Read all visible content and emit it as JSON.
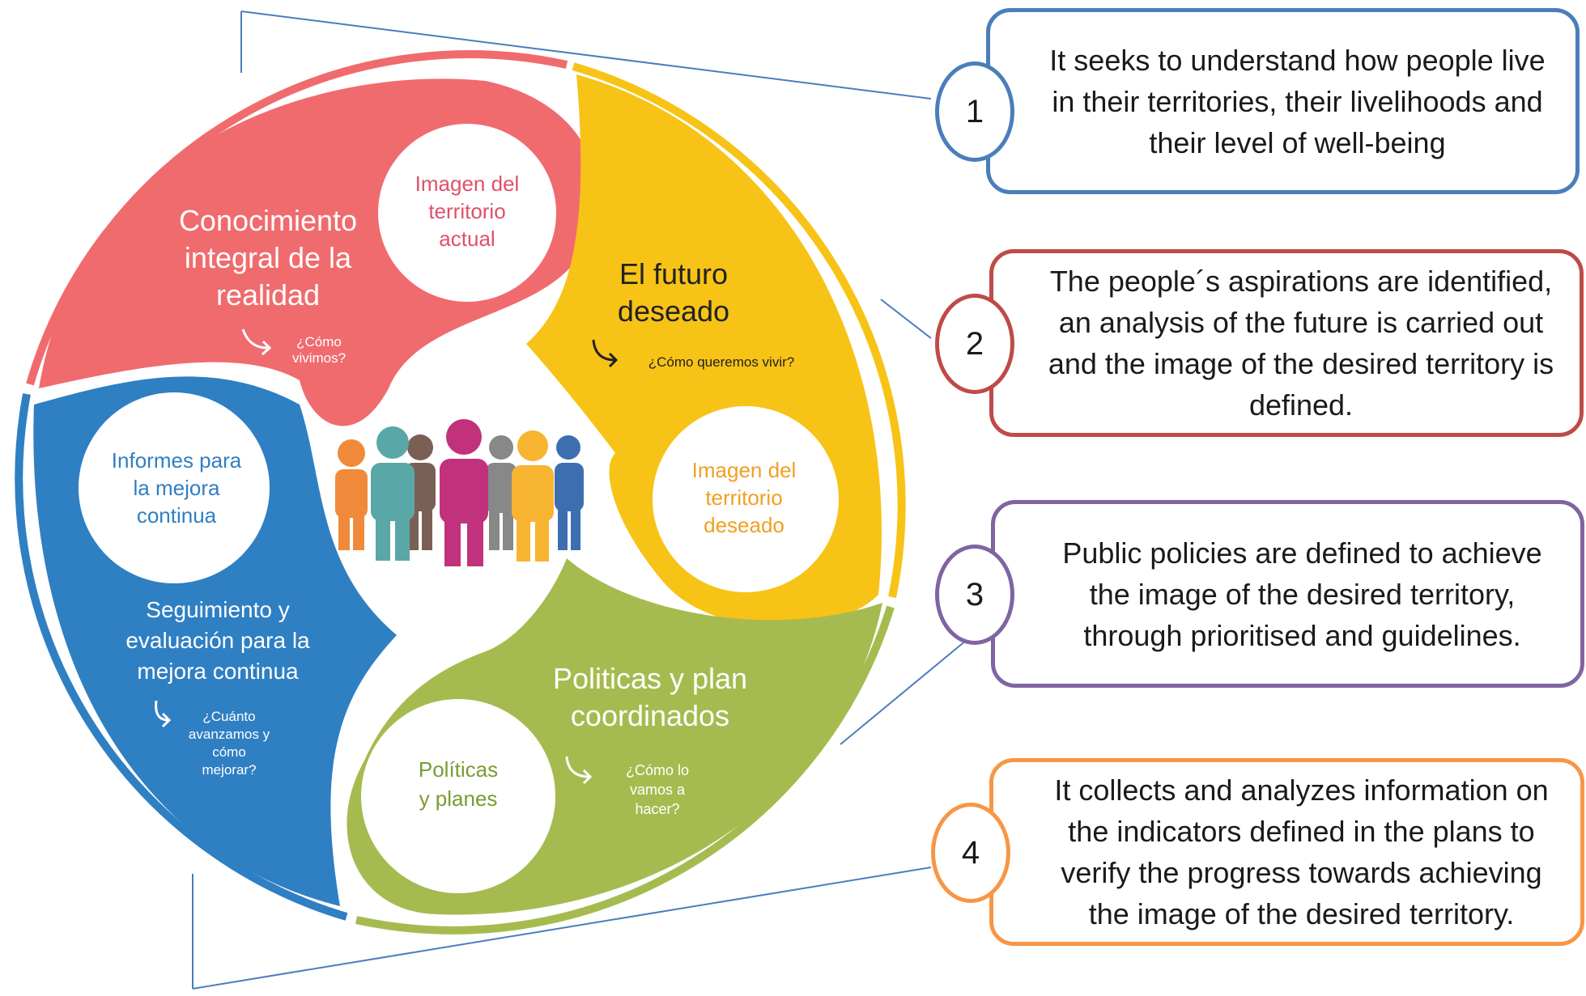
{
  "cycle": {
    "segments": [
      {
        "title": "Conocimiento integral de la realidad",
        "question": "¿Cómo vivimos?",
        "bubble": "Imagen del territorio actual",
        "color": "#f06b6e"
      },
      {
        "title": "El futuro deseado",
        "question": "¿Cómo queremos vivir?",
        "bubble": "Imagen del territorio deseado",
        "color": "#f7c316"
      },
      {
        "title": "Politicas y plan coordinados",
        "question": "¿Cómo lo vamos a hacer?",
        "bubble": "Políticas y planes",
        "color": "#a6bb4f"
      },
      {
        "title": "Seguimiento y evaluación para la mejora continua",
        "question": "¿Cuánto avanzamos y cómo mejorar?",
        "bubble": "Informes para la mejora continua",
        "color": "#2f7fc3"
      }
    ],
    "center_icon": "people-group-icon"
  },
  "boxes": [
    {
      "number": "1",
      "text": "It seeks to understand how people live in their territories, their livelihoods and their level of well-being",
      "color": "#4a7ebb"
    },
    {
      "number": "2",
      "text": "The people´s aspirations are identified, an analysis of the future is carried out and the image of the desired territory is defined.",
      "color": "#be4b48"
    },
    {
      "number": "3",
      "text": "Public policies are defined to achieve the image of the desired territory, through prioritised and guidelines.",
      "color": "#8064a2"
    },
    {
      "number": "4",
      "text": "It collects and analyzes information on the indicators defined in the plans to verify the progress towards achieving the image of the desired territory.",
      "color": "#f79646"
    }
  ]
}
